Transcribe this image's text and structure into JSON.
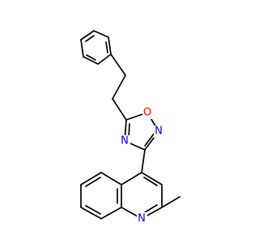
{
  "atoms": {
    "O": "O",
    "N_upper": "N",
    "N_left": "N",
    "N_quinoline": "N"
  },
  "colors": {
    "bond": "#000000",
    "oxygen": "#ff0000",
    "nitrogen": "#0000ff",
    "background": "#ffffff"
  }
}
